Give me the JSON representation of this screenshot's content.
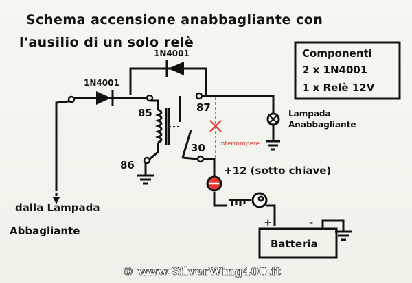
{
  "title_line1": "Schema accensione anabbagliante con",
  "title_line2": "l'ausilio di un solo relè",
  "components": {
    "heading": "Componenti",
    "line1": "2 x 1N4001",
    "line2": "1 x Relè 12V"
  },
  "labels": {
    "diode_top": "1N4001",
    "diode_left": "1N4001",
    "pin85": "85",
    "pin86": "86",
    "pin87": "87",
    "pin30": "30",
    "interrupt": "Interrompere",
    "lamp_line1": "Lampada",
    "lamp_line2": "Anabbagliante",
    "plus12": "+12 (sotto chiave)",
    "from_line1": "dalla Lampada",
    "from_line2": "Abbagliante",
    "battery": "Batteria",
    "bat_plus": "+",
    "bat_minus": "-"
  },
  "footer": "© www.SilverWing400.it",
  "colors": {
    "ink": "#111111",
    "red": "#dd3333"
  }
}
